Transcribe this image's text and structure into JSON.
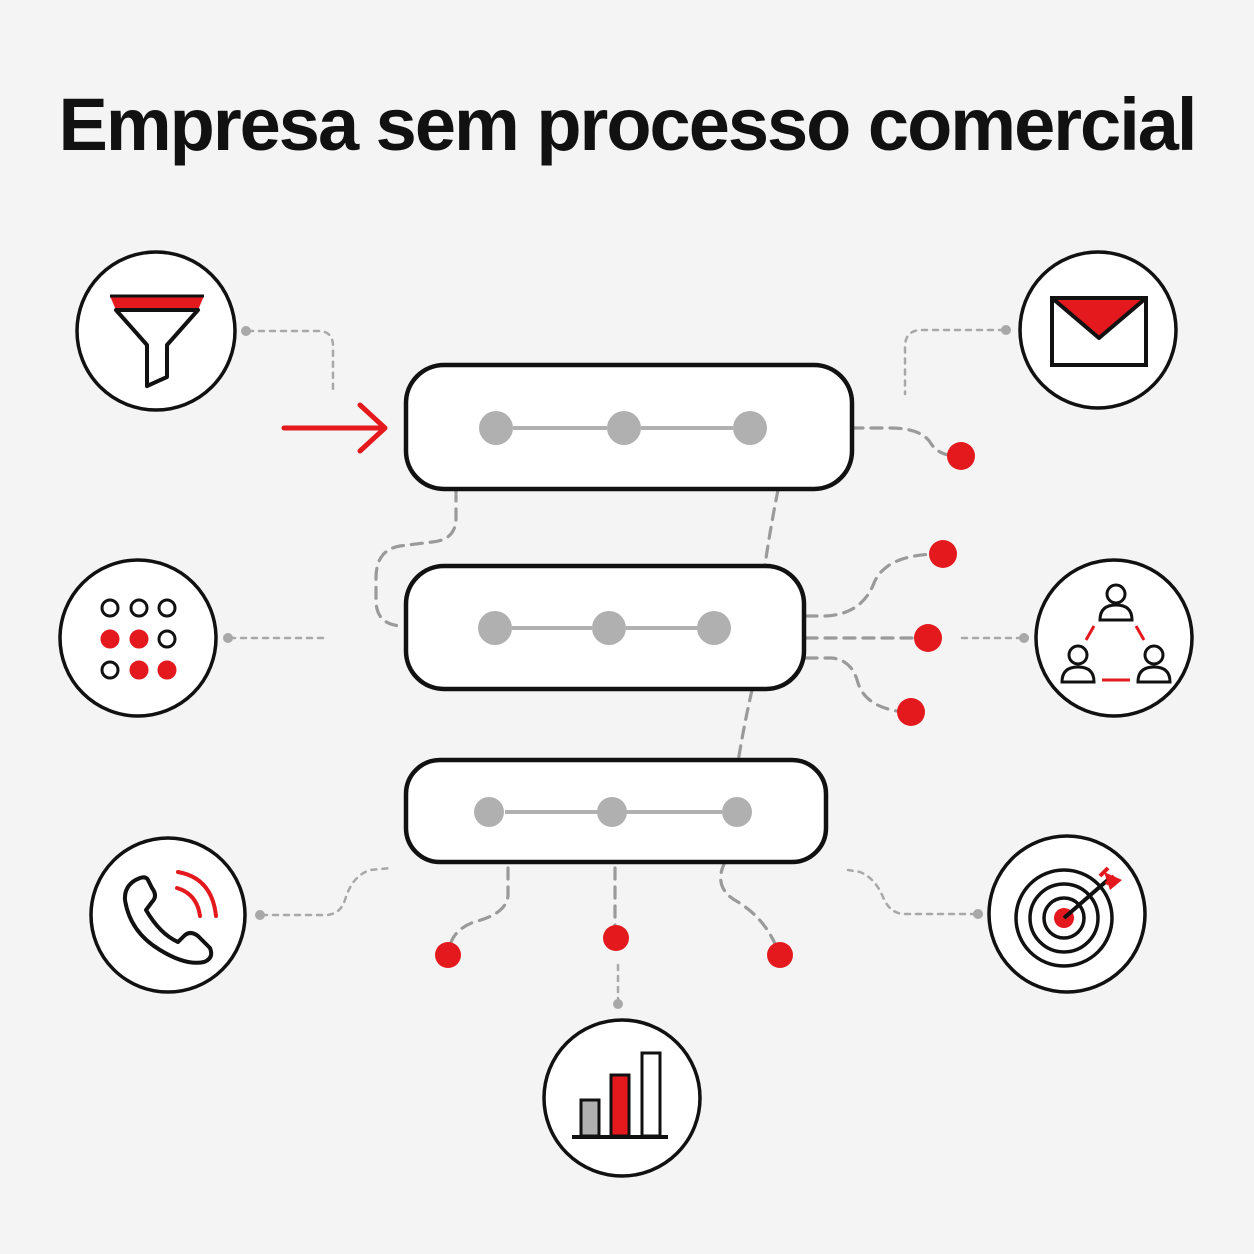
{
  "title": "Empresa sem processo comercial",
  "colors": {
    "background": "#f4f4f4",
    "accent_red": "#e3191e",
    "outline": "#111111",
    "node_gray": "#b0b0b0",
    "connector_gray": "#9a9a9a"
  },
  "stages": [
    {
      "name": "stage-bar-1",
      "steps": 3
    },
    {
      "name": "stage-bar-2",
      "steps": 3
    },
    {
      "name": "stage-bar-3",
      "steps": 3
    }
  ],
  "icons": [
    "funnel-icon",
    "dot-grid-icon",
    "phone-icon",
    "envelope-icon",
    "team-network-icon",
    "target-icon",
    "bar-chart-icon"
  ],
  "entry_arrow": "arrow-right-icon"
}
